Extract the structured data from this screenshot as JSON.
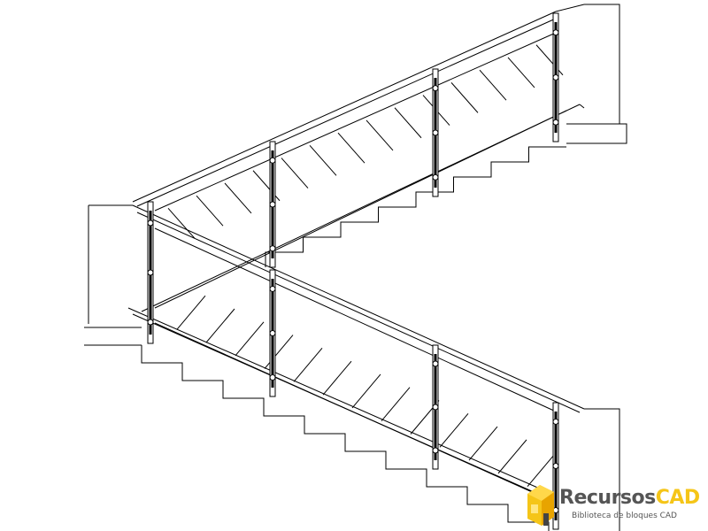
{
  "drawing": {
    "subject": "staircase-section-with-glass-railing",
    "line_color": "#000000",
    "background": "#ffffff"
  },
  "logo": {
    "name_part1": "Recursos",
    "name_part2": "CAD",
    "tagline": "Biblioteca de bloques CAD",
    "colors": {
      "primary": "#f5c518",
      "text": "#555555"
    }
  }
}
